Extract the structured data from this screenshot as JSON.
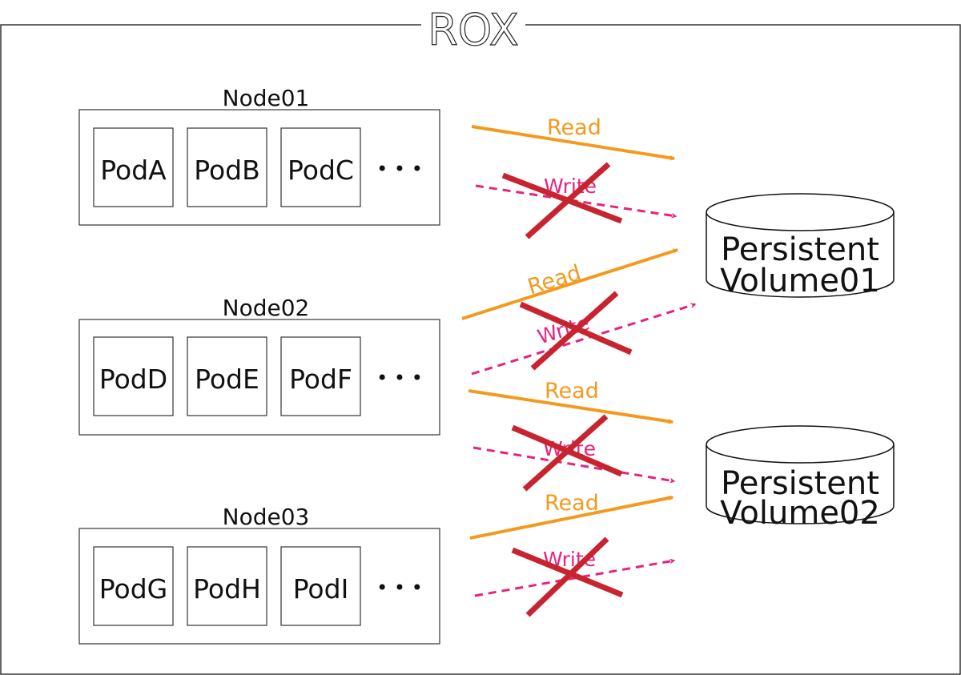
{
  "title": "ROX",
  "nodes": [
    {
      "label": "Node01",
      "pods": [
        "PodA",
        "PodB",
        "PodC"
      ],
      "ellipsis": "• • •"
    },
    {
      "label": "Node02",
      "pods": [
        "PodD",
        "PodE",
        "PodF"
      ],
      "ellipsis": "• • •"
    },
    {
      "label": "Node03",
      "pods": [
        "PodG",
        "PodH",
        "PodI"
      ],
      "ellipsis": "• • •"
    }
  ],
  "volumes": [
    {
      "line1": "Persistent",
      "line2": "Volume01"
    },
    {
      "line1": "Persistent",
      "line2": "Volume02"
    }
  ],
  "access": {
    "read_label": "Read",
    "write_label": "Write"
  },
  "colors": {
    "read": "#f39a1e",
    "write": "#e6237e",
    "denied": "#c8242f",
    "border": "#333333"
  }
}
